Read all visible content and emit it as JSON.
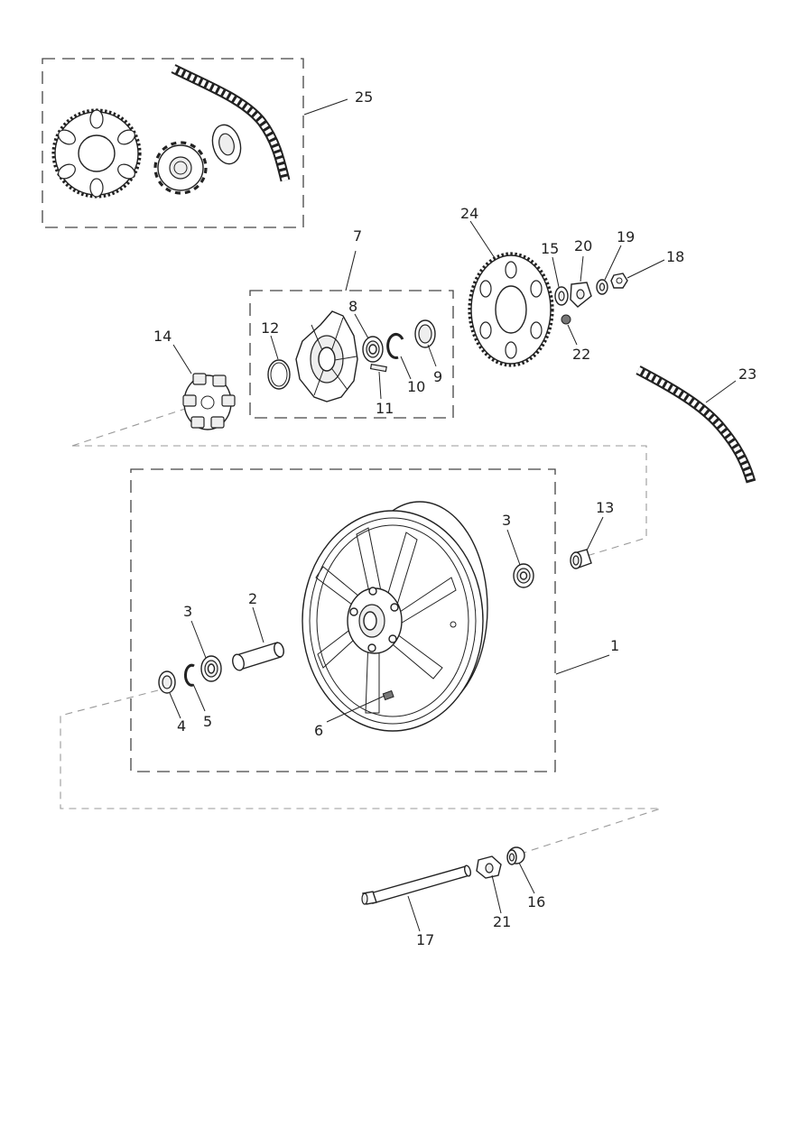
{
  "callouts": {
    "c1": "1",
    "c2": "2",
    "c3a": "3",
    "c3b": "3",
    "c4": "4",
    "c5": "5",
    "c6": "6",
    "c7": "7",
    "c8": "8",
    "c9": "9",
    "c10": "10",
    "c11": "11",
    "c12": "12",
    "c13": "13",
    "c14": "14",
    "c15": "15",
    "c16": "16",
    "c17": "17",
    "c18": "18",
    "c19": "19",
    "c20": "20",
    "c21": "21",
    "c22": "22",
    "c23": "23",
    "c24": "24",
    "c25": "25"
  }
}
